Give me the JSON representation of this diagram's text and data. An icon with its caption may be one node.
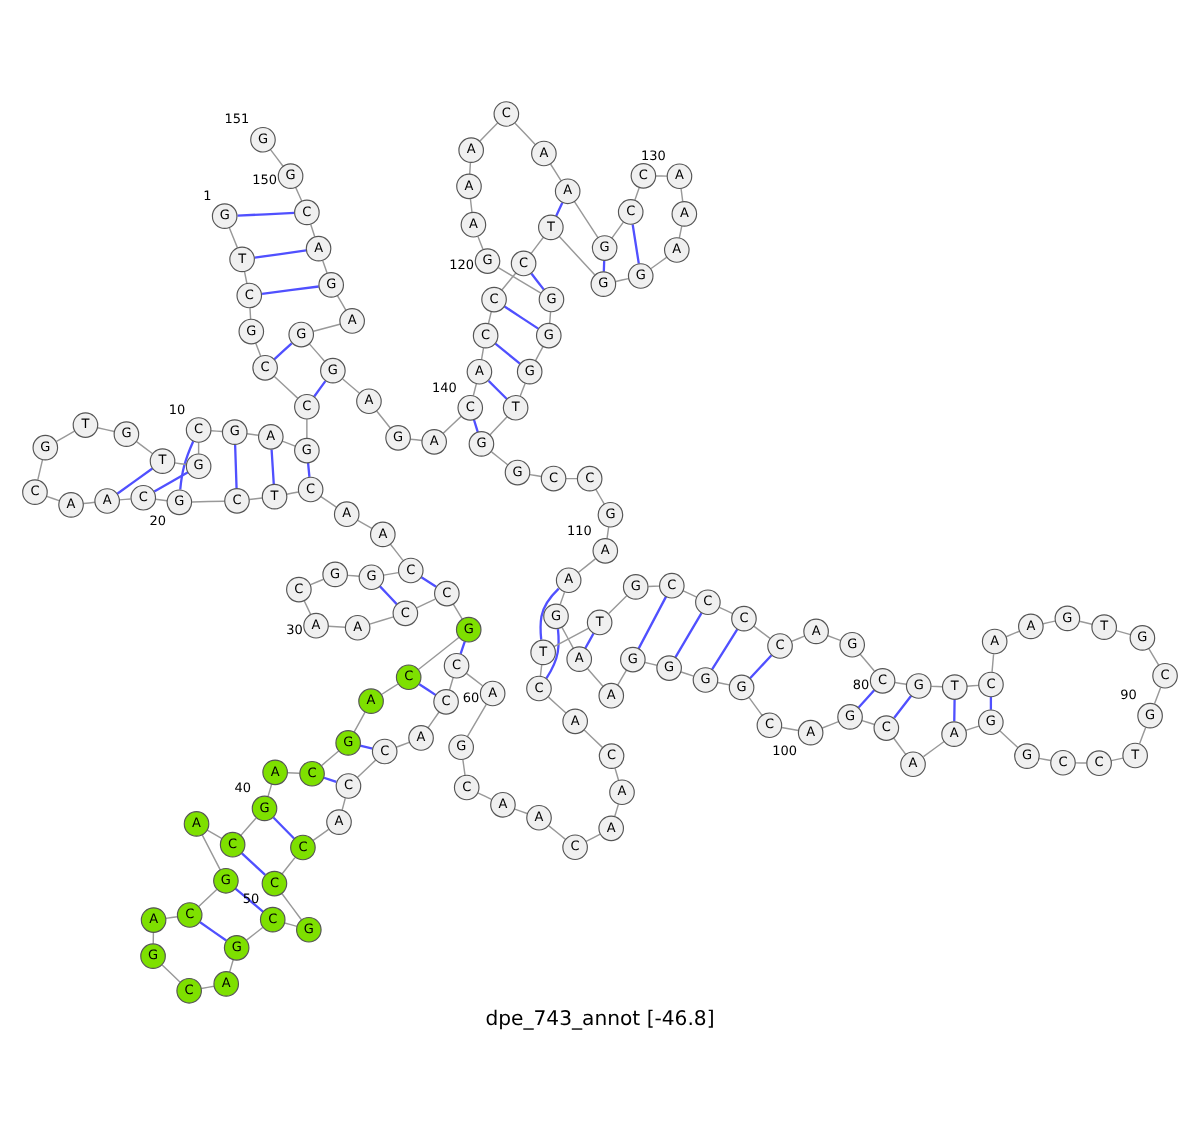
{
  "diagram": {
    "title": "dpe_743_annot [-46.8]",
    "nodes": [
      {
        "text": [
          "G"
        ],
        "beside": [
          "1"
        ]
      },
      {
        "text": [
          "T"
        ]
      },
      {
        "text": [
          "C"
        ]
      },
      {
        "text": [
          "G"
        ]
      },
      {
        "text": [
          "C"
        ]
      },
      {
        "text": [
          "C"
        ]
      },
      {
        "text": [
          "G"
        ]
      },
      {
        "text": [
          "A"
        ]
      },
      {
        "text": [
          "G"
        ]
      },
      {
        "text": [
          "C"
        ],
        "beside": [
          "10"
        ]
      },
      {
        "text": [
          "G"
        ]
      },
      {
        "text": [
          "T"
        ]
      },
      {
        "text": [
          "G"
        ]
      },
      {
        "text": [
          "T"
        ]
      },
      {
        "text": [
          "G"
        ]
      },
      {
        "text": [
          "C"
        ]
      },
      {
        "text": [
          "A"
        ]
      },
      {
        "text": [
          "A"
        ]
      },
      {
        "text": [
          "C"
        ]
      },
      {
        "text": [
          "G"
        ],
        "beside": [
          "20"
        ]
      },
      {
        "text": [
          "C"
        ]
      },
      {
        "text": [
          "T"
        ]
      },
      {
        "text": [
          "C"
        ]
      },
      {
        "text": [
          "A"
        ]
      },
      {
        "text": [
          "A"
        ]
      },
      {
        "text": [
          "C"
        ]
      },
      {
        "text": [
          "G"
        ]
      },
      {
        "text": [
          "G"
        ]
      },
      {
        "text": [
          "C"
        ]
      },
      {
        "text": [
          "A"
        ],
        "beside": [
          "30"
        ]
      },
      {
        "text": [
          "A"
        ]
      },
      {
        "text": [
          "C"
        ]
      },
      {
        "text": [
          "C"
        ]
      },
      {
        "text": [
          "G"
        ]
      },
      {
        "text": [
          "C"
        ]
      },
      {
        "text": [
          "A"
        ]
      },
      {
        "text": [
          "G"
        ]
      },
      {
        "text": [
          "C"
        ]
      },
      {
        "text": [
          "A"
        ]
      },
      {
        "text": [
          "G"
        ],
        "beside": [
          "40"
        ]
      },
      {
        "text": [
          "C"
        ]
      },
      {
        "text": [
          "A"
        ]
      },
      {
        "text": [
          "G"
        ]
      },
      {
        "text": [
          "C"
        ]
      },
      {
        "text": [
          "A"
        ]
      },
      {
        "text": [
          "G"
        ]
      },
      {
        "text": [
          "C"
        ]
      },
      {
        "text": [
          "A"
        ]
      },
      {
        "text": [
          "G"
        ]
      },
      {
        "text": [
          "C"
        ],
        "beside": [
          "50"
        ]
      },
      {
        "text": [
          "G"
        ]
      },
      {
        "text": [
          "C"
        ]
      },
      {
        "text": [
          "C"
        ]
      },
      {
        "text": [
          "A"
        ]
      },
      {
        "text": [
          "C"
        ]
      },
      {
        "text": [
          "C"
        ]
      },
      {
        "text": [
          "A"
        ]
      },
      {
        "text": [
          "C"
        ]
      },
      {
        "text": [
          "C"
        ]
      },
      {
        "text": [
          "A"
        ],
        "beside": [
          "60"
        ]
      },
      {
        "text": [
          "G"
        ]
      },
      {
        "text": [
          "C"
        ]
      },
      {
        "text": [
          "A"
        ]
      },
      {
        "text": [
          "A"
        ]
      },
      {
        "text": [
          "C"
        ]
      },
      {
        "text": [
          "A"
        ]
      },
      {
        "text": [
          "A"
        ]
      },
      {
        "text": [
          "C"
        ]
      },
      {
        "text": [
          "A"
        ]
      },
      {
        "text": [
          "C"
        ]
      },
      {
        "text": [
          "T"
        ]
      },
      {
        "text": [
          "T"
        ]
      },
      {
        "text": [
          "G"
        ]
      },
      {
        "text": [
          "C"
        ]
      },
      {
        "text": [
          "C"
        ]
      },
      {
        "text": [
          "C"
        ]
      },
      {
        "text": [
          "C"
        ]
      },
      {
        "text": [
          "A"
        ]
      },
      {
        "text": [
          "G"
        ]
      },
      {
        "text": [
          "C"
        ],
        "beside": [
          "80"
        ]
      },
      {
        "text": [
          "G"
        ]
      },
      {
        "text": [
          "T"
        ]
      },
      {
        "text": [
          "C"
        ]
      },
      {
        "text": [
          "A"
        ]
      },
      {
        "text": [
          "A"
        ]
      },
      {
        "text": [
          "G"
        ]
      },
      {
        "text": [
          "T"
        ]
      },
      {
        "text": [
          "G"
        ]
      },
      {
        "text": [
          "C"
        ]
      },
      {
        "text": [
          "G"
        ],
        "beside": [
          "90"
        ]
      },
      {
        "text": [
          "T"
        ]
      },
      {
        "text": [
          "C"
        ]
      },
      {
        "text": [
          "C"
        ]
      },
      {
        "text": [
          "G"
        ]
      },
      {
        "text": [
          "G"
        ]
      },
      {
        "text": [
          "A"
        ]
      },
      {
        "text": [
          "A"
        ]
      },
      {
        "text": [
          "C"
        ]
      },
      {
        "text": [
          "G"
        ]
      },
      {
        "text": [
          "A"
        ],
        "beside": [
          "100"
        ]
      },
      {
        "text": [
          "C"
        ]
      },
      {
        "text": [
          "G"
        ]
      },
      {
        "text": [
          "G"
        ]
      },
      {
        "text": [
          "G"
        ]
      },
      {
        "text": [
          "G"
        ]
      },
      {
        "text": [
          "A"
        ]
      },
      {
        "text": [
          "A"
        ]
      },
      {
        "text": [
          "G"
        ]
      },
      {
        "text": [
          "A"
        ]
      },
      {
        "text": [
          "A"
        ],
        "beside": [
          "110"
        ]
      },
      {
        "text": [
          "G"
        ]
      },
      {
        "text": [
          "C"
        ]
      },
      {
        "text": [
          "C"
        ]
      },
      {
        "text": [
          "G"
        ]
      },
      {
        "text": [
          "G"
        ]
      },
      {
        "text": [
          "T"
        ]
      },
      {
        "text": [
          "G"
        ]
      },
      {
        "text": [
          "G"
        ]
      },
      {
        "text": [
          "G"
        ]
      },
      {
        "text": [
          "G"
        ],
        "beside": [
          "120"
        ]
      },
      {
        "text": [
          "A"
        ]
      },
      {
        "text": [
          "A"
        ]
      },
      {
        "text": [
          "A"
        ]
      },
      {
        "text": [
          "C"
        ]
      },
      {
        "text": [
          "A"
        ]
      },
      {
        "text": [
          "A"
        ]
      },
      {
        "text": [
          "G"
        ]
      },
      {
        "text": [
          "C"
        ]
      },
      {
        "text": [
          "C"
        ]
      },
      {
        "text": [
          "A"
        ],
        "beside": [
          "130"
        ]
      },
      {
        "text": [
          "A"
        ]
      },
      {
        "text": [
          "A"
        ]
      },
      {
        "text": [
          "G"
        ]
      },
      {
        "text": [
          "G"
        ]
      },
      {
        "text": [
          "T"
        ]
      },
      {
        "text": [
          "C"
        ]
      },
      {
        "text": [
          "C"
        ]
      },
      {
        "text": [
          "C"
        ]
      },
      {
        "text": [
          "A"
        ]
      },
      {
        "text": [
          "C"
        ],
        "beside": [
          "140"
        ]
      },
      {
        "text": [
          "A"
        ]
      },
      {
        "text": [
          "G"
        ]
      },
      {
        "text": [
          "A"
        ]
      },
      {
        "text": [
          "G"
        ]
      },
      {
        "text": [
          "G"
        ]
      },
      {
        "text": [
          "A"
        ]
      },
      {
        "text": [
          "G"
        ]
      },
      {
        "text": [
          "A"
        ]
      },
      {
        "text": [
          "C"
        ]
      },
      {
        "text": [
          "G"
        ],
        "beside": [
          "150"
        ]
      },
      {
        "text": [
          "G"
        ],
        "beside": [
          "151"
        ]
      }
    ],
    "edges": [
      {
        "from": 0,
        "to": 1,
        "arrow": "none"
      },
      {
        "from": 1,
        "to": 2,
        "arrow": "none"
      },
      {
        "from": 2,
        "to": 3,
        "arrow": "none"
      },
      {
        "from": 3,
        "to": 4,
        "arrow": "none"
      },
      {
        "from": 4,
        "to": 5,
        "arrow": "none"
      },
      {
        "from": 5,
        "to": 6,
        "arrow": "none"
      },
      {
        "from": 6,
        "to": 7,
        "arrow": "none"
      },
      {
        "from": 7,
        "to": 8,
        "arrow": "none"
      },
      {
        "from": 8,
        "to": 9,
        "arrow": "none"
      },
      {
        "from": 9,
        "to": 10,
        "arrow": "none"
      },
      {
        "from": 10,
        "to": 11,
        "arrow": "none"
      },
      {
        "from": 11,
        "to": 12,
        "arrow": "none"
      },
      {
        "from": 12,
        "to": 13,
        "arrow": "none"
      },
      {
        "from": 13,
        "to": 14,
        "arrow": "none"
      },
      {
        "from": 14,
        "to": 15,
        "arrow": "none"
      },
      {
        "from": 15,
        "to": 16,
        "arrow": "none"
      },
      {
        "from": 16,
        "to": 17,
        "arrow": "none"
      },
      {
        "from": 17,
        "to": 18,
        "arrow": "none"
      },
      {
        "from": 18,
        "to": 19,
        "arrow": "none"
      },
      {
        "from": 19,
        "to": 20,
        "arrow": "none"
      },
      {
        "from": 20,
        "to": 21,
        "arrow": "none"
      },
      {
        "from": 21,
        "to": 22,
        "arrow": "none"
      },
      {
        "from": 22,
        "to": 23,
        "arrow": "none"
      },
      {
        "from": 23,
        "to": 24,
        "arrow": "none"
      },
      {
        "from": 24,
        "to": 25,
        "arrow": "none"
      },
      {
        "from": 25,
        "to": 26,
        "arrow": "none"
      },
      {
        "from": 26,
        "to": 27,
        "arrow": "none"
      },
      {
        "from": 27,
        "to": 28,
        "arrow": "none"
      },
      {
        "from": 28,
        "to": 29,
        "arrow": "none"
      },
      {
        "from": 29,
        "to": 30,
        "arrow": "none"
      },
      {
        "from": 30,
        "to": 31,
        "arrow": "none"
      },
      {
        "from": 31,
        "to": 32,
        "arrow": "none"
      },
      {
        "from": 32,
        "to": 33,
        "arrow": "none"
      },
      {
        "from": 33,
        "to": 34,
        "arrow": "none"
      },
      {
        "from": 34,
        "to": 35,
        "arrow": "none"
      },
      {
        "from": 35,
        "to": 36,
        "arrow": "none"
      },
      {
        "from": 36,
        "to": 37,
        "arrow": "none"
      },
      {
        "from": 37,
        "to": 38,
        "arrow": "none"
      },
      {
        "from": 38,
        "to": 39,
        "arrow": "none"
      },
      {
        "from": 39,
        "to": 40,
        "arrow": "none"
      },
      {
        "from": 40,
        "to": 41,
        "arrow": "none"
      },
      {
        "from": 41,
        "to": 42,
        "arrow": "none"
      },
      {
        "from": 42,
        "to": 43,
        "arrow": "none"
      },
      {
        "from": 43,
        "to": 44,
        "arrow": "none"
      },
      {
        "from": 44,
        "to": 45,
        "arrow": "none"
      },
      {
        "from": 45,
        "to": 46,
        "arrow": "none"
      },
      {
        "from": 46,
        "to": 47,
        "arrow": "none"
      },
      {
        "from": 47,
        "to": 48,
        "arrow": "none"
      },
      {
        "from": 48,
        "to": 49,
        "arrow": "none"
      },
      {
        "from": 49,
        "to": 50,
        "arrow": "none"
      },
      {
        "from": 50,
        "to": 51,
        "arrow": "none"
      },
      {
        "from": 51,
        "to": 52,
        "arrow": "none"
      },
      {
        "from": 52,
        "to": 53,
        "arrow": "none"
      },
      {
        "from": 53,
        "to": 54,
        "arrow": "none"
      },
      {
        "from": 54,
        "to": 55,
        "arrow": "none"
      },
      {
        "from": 55,
        "to": 56,
        "arrow": "none"
      },
      {
        "from": 56,
        "to": 57,
        "arrow": "none"
      },
      {
        "from": 57,
        "to": 58,
        "arrow": "none"
      },
      {
        "from": 58,
        "to": 59,
        "arrow": "none"
      },
      {
        "from": 59,
        "to": 60,
        "arrow": "none"
      },
      {
        "from": 60,
        "to": 61,
        "arrow": "none"
      },
      {
        "from": 61,
        "to": 62,
        "arrow": "none"
      },
      {
        "from": 62,
        "to": 63,
        "arrow": "none"
      },
      {
        "from": 63,
        "to": 64,
        "arrow": "none"
      },
      {
        "from": 64,
        "to": 65,
        "arrow": "none"
      },
      {
        "from": 65,
        "to": 66,
        "arrow": "none"
      },
      {
        "from": 66,
        "to": 67,
        "arrow": "none"
      },
      {
        "from": 67,
        "to": 68,
        "arrow": "none"
      },
      {
        "from": 68,
        "to": 69,
        "arrow": "none"
      },
      {
        "from": 69,
        "to": 70,
        "arrow": "none"
      },
      {
        "from": 70,
        "to": 71,
        "arrow": "none"
      },
      {
        "from": 71,
        "to": 72,
        "arrow": "none"
      },
      {
        "from": 72,
        "to": 73,
        "arrow": "none"
      },
      {
        "from": 73,
        "to": 74,
        "arrow": "none"
      },
      {
        "from": 74,
        "to": 75,
        "arrow": "none"
      },
      {
        "from": 75,
        "to": 76,
        "arrow": "none"
      },
      {
        "from": 76,
        "to": 77,
        "arrow": "none"
      },
      {
        "from": 77,
        "to": 78,
        "arrow": "none"
      },
      {
        "from": 78,
        "to": 79,
        "arrow": "none"
      },
      {
        "from": 79,
        "to": 80,
        "arrow": "none"
      },
      {
        "from": 80,
        "to": 81,
        "arrow": "none"
      },
      {
        "from": 81,
        "to": 82,
        "arrow": "none"
      },
      {
        "from": 82,
        "to": 83,
        "arrow": "none"
      },
      {
        "from": 83,
        "to": 84,
        "arrow": "none"
      },
      {
        "from": 84,
        "to": 85,
        "arrow": "none"
      },
      {
        "from": 85,
        "to": 86,
        "arrow": "none"
      },
      {
        "from": 86,
        "to": 87,
        "arrow": "none"
      },
      {
        "from": 87,
        "to": 88,
        "arrow": "none"
      },
      {
        "from": 88,
        "to": 89,
        "arrow": "none"
      },
      {
        "from": 89,
        "to": 90,
        "arrow": "none"
      },
      {
        "from": 90,
        "to": 91,
        "arrow": "none"
      },
      {
        "from": 91,
        "to": 92,
        "arrow": "none"
      },
      {
        "from": 92,
        "to": 93,
        "arrow": "none"
      },
      {
        "from": 93,
        "to": 94,
        "arrow": "none"
      },
      {
        "from": 94,
        "to": 95,
        "arrow": "none"
      },
      {
        "from": 95,
        "to": 96,
        "arrow": "none"
      },
      {
        "from": 96,
        "to": 97,
        "arrow": "none"
      },
      {
        "from": 97,
        "to": 98,
        "arrow": "none"
      },
      {
        "from": 98,
        "to": 99,
        "arrow": "none"
      },
      {
        "from": 99,
        "to": 100,
        "arrow": "none"
      },
      {
        "from": 100,
        "to": 101,
        "arrow": "none"
      },
      {
        "from": 101,
        "to": 102,
        "arrow": "none"
      },
      {
        "from": 102,
        "to": 103,
        "arrow": "none"
      },
      {
        "from": 103,
        "to": 104,
        "arrow": "none"
      },
      {
        "from": 104,
        "to": 105,
        "arrow": "none"
      },
      {
        "from": 105,
        "to": 106,
        "arrow": "none"
      },
      {
        "from": 106,
        "to": 107,
        "arrow": "none"
      },
      {
        "from": 107,
        "to": 108,
        "arrow": "none"
      },
      {
        "from": 108,
        "to": 109,
        "arrow": "none"
      },
      {
        "from": 109,
        "to": 110,
        "arrow": "none"
      },
      {
        "from": 110,
        "to": 111,
        "arrow": "none"
      },
      {
        "from": 111,
        "to": 112,
        "arrow": "none"
      },
      {
        "from": 112,
        "to": 113,
        "arrow": "none"
      },
      {
        "from": 113,
        "to": 114,
        "arrow": "none"
      },
      {
        "from": 114,
        "to": 115,
        "arrow": "none"
      },
      {
        "from": 115,
        "to": 116,
        "arrow": "none"
      },
      {
        "from": 116,
        "to": 117,
        "arrow": "none"
      },
      {
        "from": 117,
        "to": 118,
        "arrow": "none"
      },
      {
        "from": 118,
        "to": 119,
        "arrow": "none"
      },
      {
        "from": 119,
        "to": 120,
        "arrow": "none"
      },
      {
        "from": 120,
        "to": 121,
        "arrow": "none"
      },
      {
        "from": 121,
        "to": 122,
        "arrow": "none"
      },
      {
        "from": 122,
        "to": 123,
        "arrow": "none"
      },
      {
        "from": 123,
        "to": 124,
        "arrow": "none"
      },
      {
        "from": 124,
        "to": 125,
        "arrow": "none"
      },
      {
        "from": 125,
        "to": 126,
        "arrow": "none"
      },
      {
        "from": 126,
        "to": 127,
        "arrow": "none"
      },
      {
        "from": 127,
        "to": 128,
        "arrow": "none"
      },
      {
        "from": 128,
        "to": 129,
        "arrow": "none"
      },
      {
        "from": 129,
        "to": 130,
        "arrow": "none"
      },
      {
        "from": 130,
        "to": 131,
        "arrow": "none"
      },
      {
        "from": 131,
        "to": 132,
        "arrow": "none"
      },
      {
        "from": 132,
        "to": 133,
        "arrow": "none"
      },
      {
        "from": 133,
        "to": 134,
        "arrow": "none"
      },
      {
        "from": 134,
        "to": 135,
        "arrow": "none"
      },
      {
        "from": 135,
        "to": 136,
        "arrow": "none"
      },
      {
        "from": 136,
        "to": 137,
        "arrow": "none"
      },
      {
        "from": 137,
        "to": 138,
        "arrow": "none"
      },
      {
        "from": 138,
        "to": 139,
        "arrow": "none"
      },
      {
        "from": 139,
        "to": 140,
        "arrow": "none"
      },
      {
        "from": 140,
        "to": 141,
        "arrow": "none"
      },
      {
        "from": 141,
        "to": 142,
        "arrow": "none"
      },
      {
        "from": 142,
        "to": 143,
        "arrow": "none"
      },
      {
        "from": 143,
        "to": 144,
        "arrow": "none"
      },
      {
        "from": 144,
        "to": 145,
        "arrow": "none"
      },
      {
        "from": 145,
        "to": 146,
        "arrow": "none"
      },
      {
        "from": 146,
        "to": 147,
        "arrow": "none"
      },
      {
        "from": 147,
        "to": 148,
        "arrow": "none"
      },
      {
        "from": 148,
        "to": 149,
        "arrow": "none"
      },
      {
        "from": 149,
        "to": 150,
        "arrow": "none"
      },
      {
        "from": 0,
        "to": 148,
        "arrow": "none",
        "color": "#5050ff"
      },
      {
        "from": 1,
        "to": 147,
        "arrow": "none",
        "color": "#5050ff"
      },
      {
        "from": 2,
        "to": 146,
        "arrow": "none",
        "color": "#5050ff"
      },
      {
        "from": 4,
        "to": 144,
        "arrow": "none",
        "color": "#5050ff"
      },
      {
        "from": 5,
        "to": 143,
        "arrow": "none",
        "color": "#5050ff"
      },
      {
        "from": 6,
        "to": 22,
        "arrow": "none",
        "color": "#5050ff"
      },
      {
        "from": 7,
        "to": 21,
        "arrow": "none",
        "color": "#5050ff"
      },
      {
        "from": 8,
        "to": 20,
        "arrow": "none",
        "color": "#5050ff"
      },
      {
        "from": 9,
        "to": 19,
        "arrow": "none",
        "color": "#5050ff"
      },
      {
        "from": 10,
        "to": 18,
        "arrow": "none",
        "color": "#5050ff"
      },
      {
        "from": 11,
        "to": 17,
        "arrow": "none",
        "color": "#5050ff"
      },
      {
        "from": 25,
        "to": 32,
        "arrow": "none",
        "color": "#5050ff"
      },
      {
        "from": 26,
        "to": 31,
        "arrow": "none",
        "color": "#5050ff"
      },
      {
        "from": 33,
        "to": 58,
        "arrow": "none",
        "color": "#5050ff"
      },
      {
        "from": 34,
        "to": 57,
        "arrow": "none",
        "color": "#5050ff"
      },
      {
        "from": 36,
        "to": 55,
        "arrow": "none",
        "color": "#5050ff"
      },
      {
        "from": 37,
        "to": 54,
        "arrow": "none",
        "color": "#5050ff"
      },
      {
        "from": 39,
        "to": 52,
        "arrow": "none",
        "color": "#5050ff"
      },
      {
        "from": 40,
        "to": 51,
        "arrow": "none",
        "color": "#5050ff"
      },
      {
        "from": 42,
        "to": 49,
        "arrow": "none",
        "color": "#5050ff"
      },
      {
        "from": 43,
        "to": 48,
        "arrow": "none",
        "color": "#5050ff"
      },
      {
        "from": 69,
        "to": 107,
        "arrow": "none",
        "color": "#5050ff"
      },
      {
        "from": 70,
        "to": 108,
        "arrow": "none",
        "color": "#5050ff"
      },
      {
        "from": 71,
        "to": 106,
        "arrow": "none",
        "color": "#5050ff"
      },
      {
        "from": 73,
        "to": 104,
        "arrow": "none",
        "color": "#5050ff"
      },
      {
        "from": 74,
        "to": 103,
        "arrow": "none",
        "color": "#5050ff"
      },
      {
        "from": 75,
        "to": 102,
        "arrow": "none",
        "color": "#5050ff"
      },
      {
        "from": 76,
        "to": 101,
        "arrow": "none",
        "color": "#5050ff"
      },
      {
        "from": 79,
        "to": 98,
        "arrow": "none",
        "color": "#5050ff"
      },
      {
        "from": 80,
        "to": 97,
        "arrow": "none",
        "color": "#5050ff"
      },
      {
        "from": 81,
        "to": 95,
        "arrow": "none",
        "color": "#5050ff"
      },
      {
        "from": 82,
        "to": 94,
        "arrow": "none",
        "color": "#5050ff"
      },
      {
        "from": 114,
        "to": 139,
        "arrow": "none",
        "color": "#5050ff"
      },
      {
        "from": 115,
        "to": 138,
        "arrow": "none",
        "color": "#5050ff"
      },
      {
        "from": 116,
        "to": 137,
        "arrow": "none",
        "color": "#5050ff"
      },
      {
        "from": 117,
        "to": 136,
        "arrow": "none",
        "color": "#5050ff"
      },
      {
        "from": 118,
        "to": 135,
        "arrow": "none",
        "color": "#5050ff"
      },
      {
        "from": 125,
        "to": 134,
        "arrow": "none",
        "color": "#5050ff"
      },
      {
        "from": 126,
        "to": 133,
        "arrow": "none",
        "color": "#5050ff"
      },
      {
        "from": 127,
        "to": 132,
        "arrow": "none",
        "color": "#5050ff"
      }
    ]
  }
}
